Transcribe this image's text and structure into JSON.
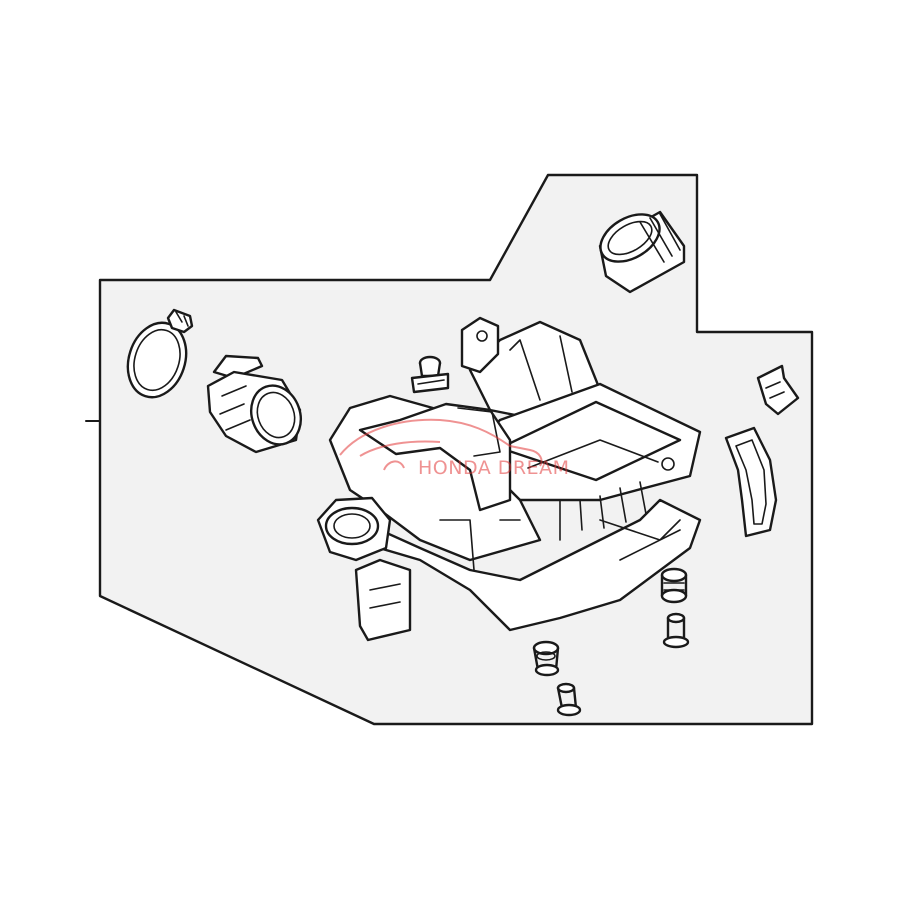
{
  "diagram": {
    "background_color": "#ffffff",
    "line_color": "#1a1a1a",
    "panel_color": "#f2f2f2",
    "parts": [
      {
        "name": "hose-clamp"
      },
      {
        "name": "intake-tube-joint"
      },
      {
        "name": "breather-grommet"
      },
      {
        "name": "air-cleaner-case"
      },
      {
        "name": "intake-rubber-seal"
      },
      {
        "name": "lid-clip"
      },
      {
        "name": "resonator-seal"
      },
      {
        "name": "mount-rubber-right"
      },
      {
        "name": "mount-collar-right"
      },
      {
        "name": "mount-rubber-left"
      },
      {
        "name": "mount-collar-left"
      }
    ]
  },
  "watermark": {
    "text": "HONDA DREAM",
    "color": "#e23a3a",
    "opacity": 0.55
  }
}
